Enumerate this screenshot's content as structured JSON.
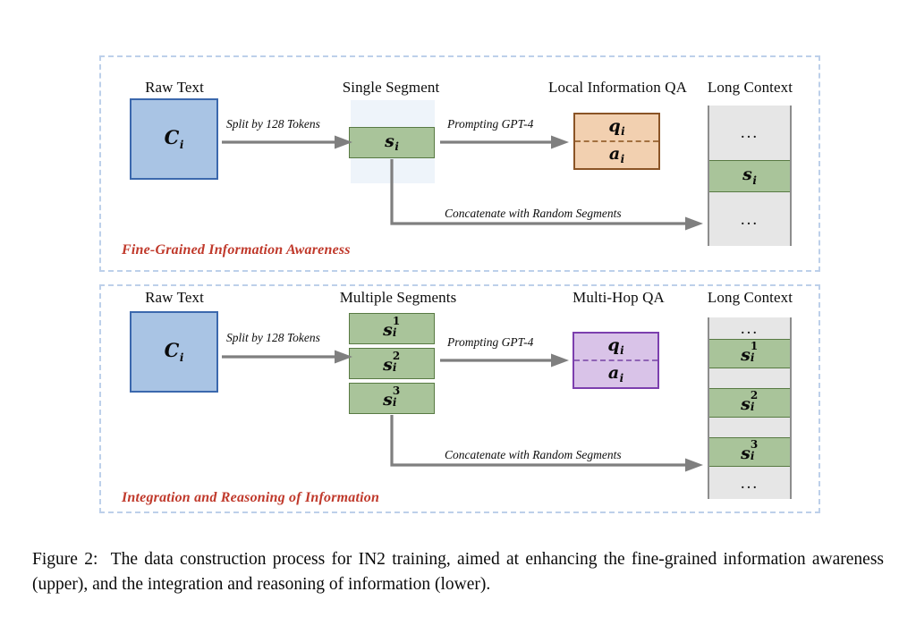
{
  "figure": {
    "caption_prefix": "Figure 2:",
    "caption_body_1": "The data construction process for I",
    "caption_smallcaps": "N",
    "caption_body_2": "2 training, aimed at enhancing the fine-grained information awareness (upper), and the integration and reasoning of information (lower)."
  },
  "colors": {
    "panel_border": "#bdd0ea",
    "raw_text_fill": "#a9c4e4",
    "raw_text_stroke": "#3b68ad",
    "segment_fill": "#a9c49a",
    "segment_stroke": "#587a43",
    "segment_wrap_fill": "#eef4fa",
    "qa_local_fill": "#f2d0b0",
    "qa_local_stroke": "#8a5426",
    "qa_multihop_fill": "#d9c3e8",
    "qa_multihop_stroke": "#7c3fae",
    "context_cell_fill": "#e6e6e6",
    "context_stack_stroke": "#8d8d8d",
    "arrow": "#7f7f7f",
    "section_label": "#c0392b"
  },
  "upper": {
    "section_label": "Fine-Grained Information Awareness",
    "titles": {
      "raw_text": "Raw Text",
      "segment": "Single Segment",
      "qa": "Local Information QA",
      "long_context": "Long Context"
    },
    "raw_text_box": {
      "symbol": "C",
      "subscript": "i"
    },
    "segment_box": {
      "symbol": "s",
      "subscript": "i"
    },
    "qa_box": {
      "question": {
        "symbol": "q",
        "subscript": "i"
      },
      "answer": {
        "symbol": "a",
        "subscript": "i"
      }
    },
    "arrows": {
      "split": "Split by 128 Tokens",
      "prompt": "Prompting GPT-4",
      "concat": "Concatenate with Random Segments"
    },
    "long_context_cells": [
      {
        "kind": "filler",
        "label": "..."
      },
      {
        "kind": "segment",
        "symbol": "s",
        "subscript": "i",
        "superscript": ""
      },
      {
        "kind": "filler",
        "label": "..."
      }
    ]
  },
  "lower": {
    "section_label": "Integration and Reasoning of Information",
    "titles": {
      "raw_text": "Raw Text",
      "segment": "Multiple Segments",
      "qa": "Multi-Hop QA",
      "long_context": "Long Context"
    },
    "raw_text_box": {
      "symbol": "C",
      "subscript": "i"
    },
    "segment_boxes": [
      {
        "symbol": "s",
        "subscript": "i",
        "superscript": "1"
      },
      {
        "symbol": "s",
        "subscript": "i",
        "superscript": "2"
      },
      {
        "symbol": "s",
        "subscript": "i",
        "superscript": "3"
      }
    ],
    "qa_box": {
      "question": {
        "symbol": "q",
        "subscript": "i"
      },
      "answer": {
        "symbol": "a",
        "subscript": "i"
      }
    },
    "arrows": {
      "split": "Split by 128 Tokens",
      "prompt": "Prompting GPT-4",
      "concat": "Concatenate with Random Segments"
    },
    "long_context_cells": [
      {
        "kind": "filler",
        "label": "..."
      },
      {
        "kind": "segment",
        "symbol": "s",
        "subscript": "i",
        "superscript": "1"
      },
      {
        "kind": "blank",
        "label": ""
      },
      {
        "kind": "segment",
        "symbol": "s",
        "subscript": "i",
        "superscript": "2"
      },
      {
        "kind": "blank",
        "label": ""
      },
      {
        "kind": "segment",
        "symbol": "s",
        "subscript": "i",
        "superscript": "3"
      },
      {
        "kind": "filler",
        "label": "..."
      }
    ]
  }
}
